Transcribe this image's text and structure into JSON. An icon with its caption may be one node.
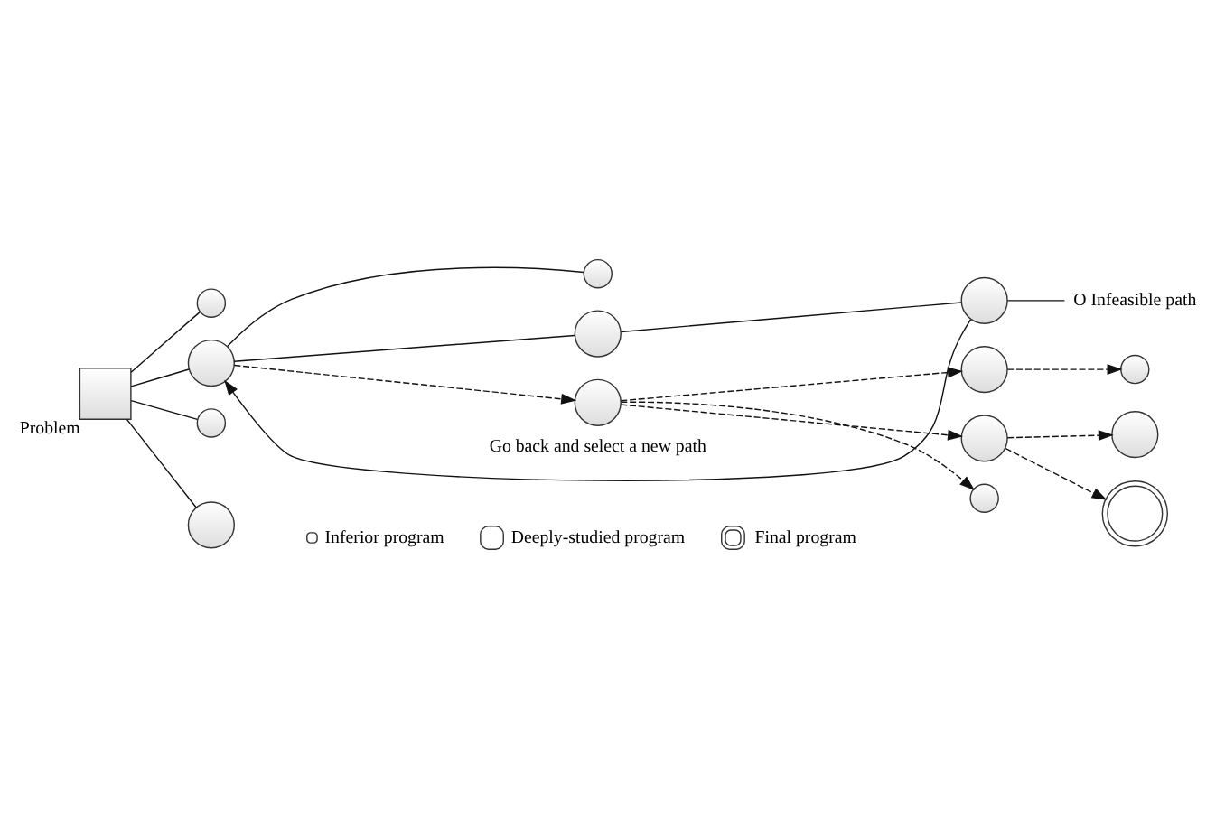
{
  "diagram": {
    "nodes": [
      {
        "text": [
          "Problem"
        ]
      },
      {
        "text": [],
        "shape": "circle"
      },
      {
        "text": [],
        "shape": "circle"
      },
      {
        "text": [],
        "shape": "circle"
      },
      {
        "text": [],
        "shape": "circle"
      },
      {
        "text": [],
        "shape": "circle"
      },
      {
        "text": [],
        "shape": "circle"
      },
      {
        "text": [],
        "shape": "circle"
      },
      {
        "text": [
          "O Infeasible path"
        ]
      },
      {
        "text": [],
        "shape": "circle"
      },
      {
        "text": [],
        "shape": "circle"
      },
      {
        "text": [],
        "shape": "circle"
      },
      {
        "text": [],
        "shape": "circle"
      },
      {
        "text": [],
        "shape": "circle"
      },
      {
        "text": [],
        "shape": "circle"
      },
      {
        "text": [],
        "shape": "circle"
      }
    ],
    "edges": [
      {
        "from": 0,
        "to": 1,
        "arrow": "none"
      },
      {
        "from": 0,
        "to": 2,
        "arrow": "none"
      },
      {
        "from": 0,
        "to": 3,
        "arrow": "none"
      },
      {
        "from": 0,
        "to": 4,
        "arrow": "none"
      },
      {
        "from": 2,
        "to": 5,
        "arrow": "none"
      },
      {
        "from": 2,
        "to": 6,
        "arrow": "none"
      },
      {
        "from": 6,
        "to": 7,
        "arrow": "none"
      },
      {
        "from": 7,
        "to": 8,
        "arrow": "none"
      },
      {
        "from": 7,
        "to": 2,
        "arrow": "to",
        "label": "Go back and select a new path"
      },
      {
        "from": 2,
        "to": 9,
        "arrow": "to",
        "style": "dashed"
      },
      {
        "from": 9,
        "to": 10,
        "arrow": "to",
        "style": "dashed"
      },
      {
        "from": 9,
        "to": 12,
        "arrow": "to",
        "style": "dashed"
      },
      {
        "from": 9,
        "to": 14,
        "arrow": "to",
        "style": "dashed"
      },
      {
        "from": 10,
        "to": 11,
        "arrow": "to",
        "style": "dashed"
      },
      {
        "from": 12,
        "to": 13,
        "arrow": "to",
        "style": "dashed"
      },
      {
        "from": 12,
        "to": 15,
        "arrow": "to",
        "style": "dashed"
      }
    ],
    "legend": [
      {
        "text": "Inferior program"
      },
      {
        "text": "Deeply-studied program"
      },
      {
        "text": "Final program"
      }
    ]
  }
}
